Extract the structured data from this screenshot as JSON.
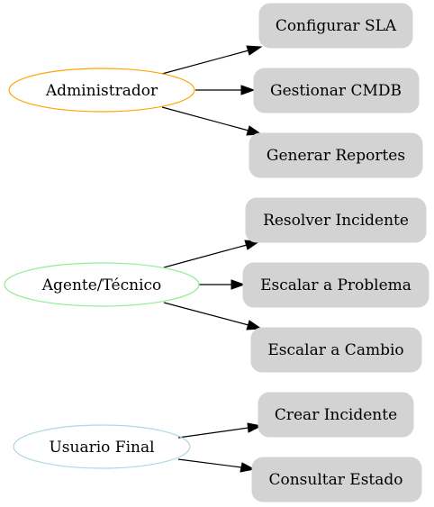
{
  "graph": {
    "actors": [
      {
        "id": "admin",
        "label": "Administrador",
        "color": "#ffa500"
      },
      {
        "id": "agent",
        "label": "Agente/Técnico",
        "color": "#90ee90"
      },
      {
        "id": "user",
        "label": "Usuario Final",
        "color": "#add8e6"
      }
    ],
    "actions": [
      {
        "id": "sla",
        "label": "Configurar SLA"
      },
      {
        "id": "cmdb",
        "label": "Gestionar CMDB"
      },
      {
        "id": "reports",
        "label": "Generar Reportes"
      },
      {
        "id": "resolve",
        "label": "Resolver Incidente"
      },
      {
        "id": "escalate_problem",
        "label": "Escalar a Problema"
      },
      {
        "id": "escalate_change",
        "label": "Escalar a Cambio"
      },
      {
        "id": "create_incident",
        "label": "Crear Incidente"
      },
      {
        "id": "check_status",
        "label": "Consultar Estado"
      }
    ],
    "edges": [
      {
        "from": "admin",
        "to": "sla"
      },
      {
        "from": "admin",
        "to": "cmdb"
      },
      {
        "from": "admin",
        "to": "reports"
      },
      {
        "from": "agent",
        "to": "resolve"
      },
      {
        "from": "agent",
        "to": "escalate_problem"
      },
      {
        "from": "agent",
        "to": "escalate_change"
      },
      {
        "from": "user",
        "to": "create_incident"
      },
      {
        "from": "user",
        "to": "check_status"
      }
    ],
    "action_fill": "#d3d3d3",
    "edge_color": "#000000"
  }
}
